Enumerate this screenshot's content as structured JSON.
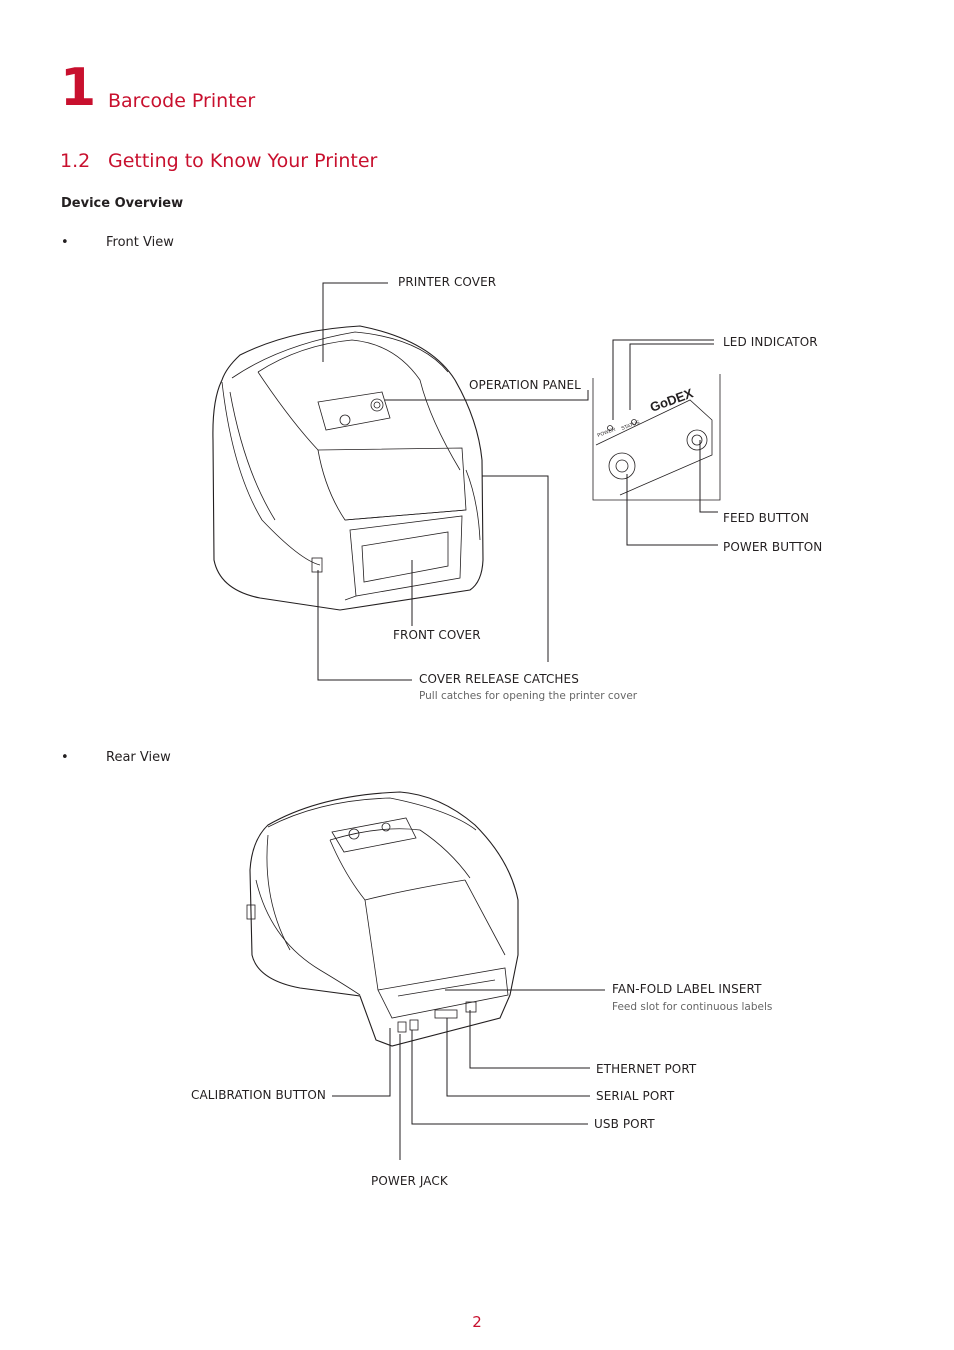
{
  "chapter": {
    "number": "1",
    "title": "Barcode Printer"
  },
  "section": {
    "number": "1.2",
    "title": "Getting to Know Your Printer"
  },
  "subheading": "Device Overview",
  "front_view": {
    "bullet": "Front View",
    "labels": {
      "printer_cover": "PRINTER COVER",
      "led_indicator": "LED INDICATOR",
      "operation_panel": "OPERATION PANEL",
      "feed_button": "FEED BUTTON",
      "power_button": "POWER BUTTON",
      "front_cover": "FRONT COVER",
      "cover_release_catches": "COVER RELEASE CATCHES",
      "cover_release_desc": "Pull catches for opening the printer cover"
    },
    "panel_text": {
      "brand": "GoDEX",
      "power": "POWER",
      "status": "STATUS"
    }
  },
  "rear_view": {
    "bullet": "Rear View",
    "labels": {
      "fan_fold": "FAN-FOLD LABEL INSERT",
      "fan_fold_desc": "Feed slot for continuous labels",
      "ethernet_port": "ETHERNET PORT",
      "serial_port": "SERIAL PORT",
      "usb_port": "USB PORT",
      "calibration_button": "CALIBRATION BUTTON",
      "power_jack": "POWER JACK"
    }
  },
  "page_number": "2",
  "colors": {
    "accent": "#c8102e",
    "text": "#231f20"
  }
}
